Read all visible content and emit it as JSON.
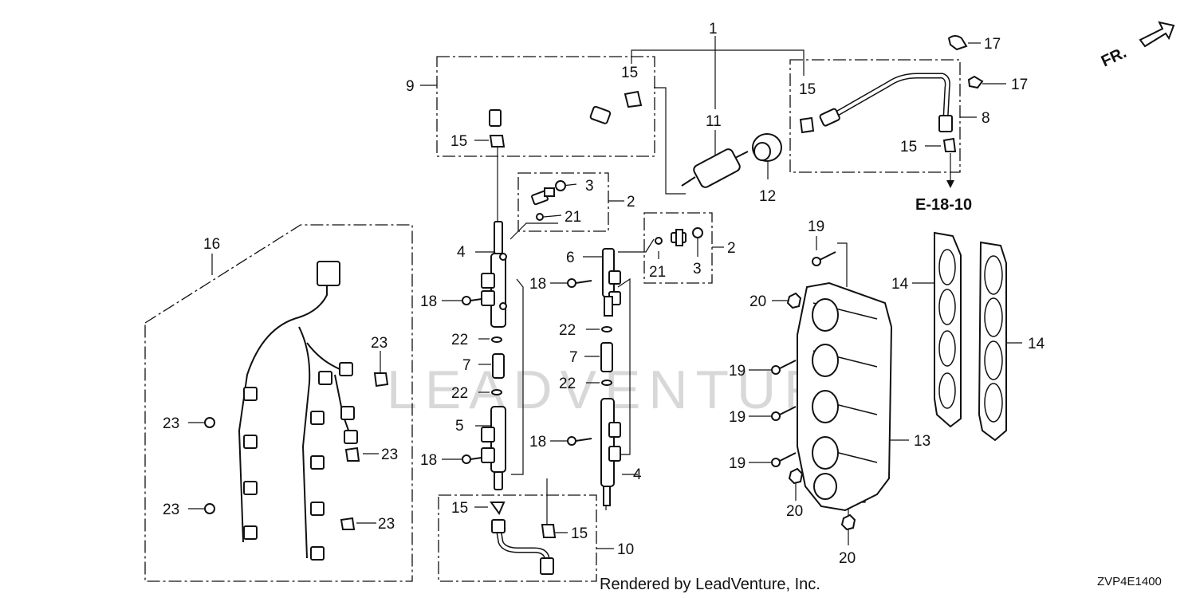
{
  "watermark": {
    "text": "LEADVENTURE"
  },
  "direction_arrow": {
    "label": "FR."
  },
  "reference": {
    "label": "E-18-10"
  },
  "credit": "Rendered by LeadVenture, Inc.",
  "diagram_code": "ZVP4E1400",
  "callouts": [
    {
      "id": "c1",
      "text": "1"
    },
    {
      "id": "c2a",
      "text": "2"
    },
    {
      "id": "c2b",
      "text": "2"
    },
    {
      "id": "c3a",
      "text": "3"
    },
    {
      "id": "c3b",
      "text": "3"
    },
    {
      "id": "c4a",
      "text": "4"
    },
    {
      "id": "c4b",
      "text": "4"
    },
    {
      "id": "c5",
      "text": "5"
    },
    {
      "id": "c6",
      "text": "6"
    },
    {
      "id": "c7a",
      "text": "7"
    },
    {
      "id": "c7b",
      "text": "7"
    },
    {
      "id": "c8",
      "text": "8"
    },
    {
      "id": "c9",
      "text": "9"
    },
    {
      "id": "c10",
      "text": "10"
    },
    {
      "id": "c11",
      "text": "11"
    },
    {
      "id": "c12",
      "text": "12"
    },
    {
      "id": "c13",
      "text": "13"
    },
    {
      "id": "c14a",
      "text": "14"
    },
    {
      "id": "c14b",
      "text": "14"
    },
    {
      "id": "c15a",
      "text": "15"
    },
    {
      "id": "c15b",
      "text": "15"
    },
    {
      "id": "c15c",
      "text": "15"
    },
    {
      "id": "c15d",
      "text": "15"
    },
    {
      "id": "c15e",
      "text": "15"
    },
    {
      "id": "c15f",
      "text": "15"
    },
    {
      "id": "c16",
      "text": "16"
    },
    {
      "id": "c17a",
      "text": "17"
    },
    {
      "id": "c17b",
      "text": "17"
    },
    {
      "id": "c18a",
      "text": "18"
    },
    {
      "id": "c18b",
      "text": "18"
    },
    {
      "id": "c18c",
      "text": "18"
    },
    {
      "id": "c18d",
      "text": "18"
    },
    {
      "id": "c19a",
      "text": "19"
    },
    {
      "id": "c19b",
      "text": "19"
    },
    {
      "id": "c19c",
      "text": "19"
    },
    {
      "id": "c19d",
      "text": "19"
    },
    {
      "id": "c20a",
      "text": "20"
    },
    {
      "id": "c20b",
      "text": "20"
    },
    {
      "id": "c20c",
      "text": "20"
    },
    {
      "id": "c21a",
      "text": "21"
    },
    {
      "id": "c21b",
      "text": "21"
    },
    {
      "id": "c22a",
      "text": "22"
    },
    {
      "id": "c22b",
      "text": "22"
    },
    {
      "id": "c22c",
      "text": "22"
    },
    {
      "id": "c22d",
      "text": "22"
    },
    {
      "id": "c23a",
      "text": "23"
    },
    {
      "id": "c23b",
      "text": "23"
    },
    {
      "id": "c23c",
      "text": "23"
    },
    {
      "id": "c23d",
      "text": "23"
    },
    {
      "id": "c23e",
      "text": "23"
    }
  ]
}
